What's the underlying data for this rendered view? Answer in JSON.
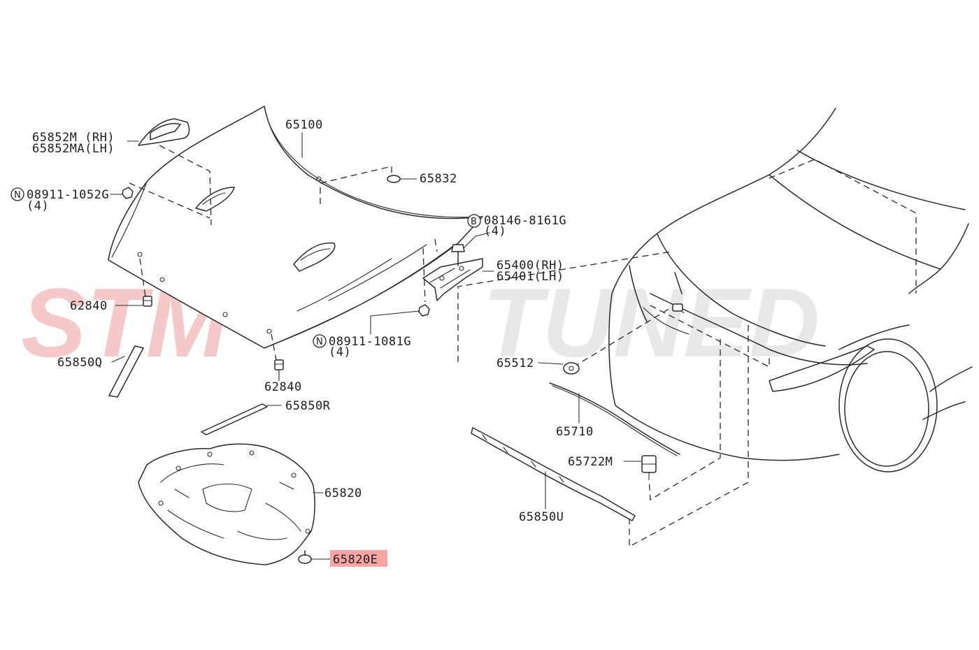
{
  "watermark": {
    "part1": "STM",
    "part2": "TUNED",
    "color1": "#f4c4c4",
    "color2": "#e6e6e6"
  },
  "highlight_color": "#f7a4a4",
  "labels": {
    "p65852m": "65852M (RH)",
    "p65852ma": "65852MA(LH)",
    "p08911_1052g": "08911-1052G",
    "p08911_1052g_qty": "(4)",
    "p08911_1052g_prefix": "N",
    "p65100": "65100",
    "p65832": "65832",
    "p08146_8161g": "08146-8161G",
    "p08146_8161g_qty": "(4)",
    "p08146_8161g_prefix": "B",
    "p65400": "65400(RH)",
    "p65401": "65401(LH)",
    "p62840a": "62840",
    "p62840b": "62840",
    "p08911_1081g": "08911-1081G",
    "p08911_1081g_qty": "(4)",
    "p08911_1081g_prefix": "N",
    "p65850q": "65850Q",
    "p65850r": "65850R",
    "p65820": "65820",
    "p65820e": "65820E",
    "p65512": "65512",
    "p65710": "65710",
    "p65722m": "65722M",
    "p65850u": "65850U"
  }
}
